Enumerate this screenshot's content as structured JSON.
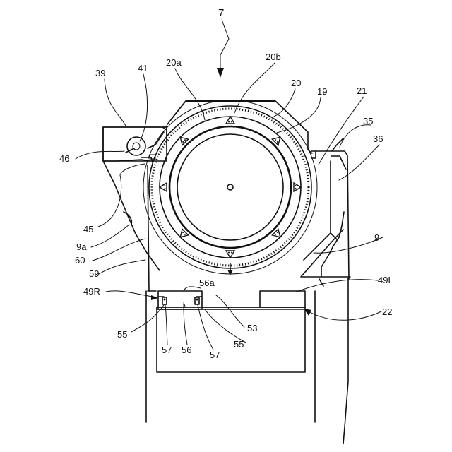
{
  "figure_ref": "7",
  "labels": {
    "l39": "39",
    "l41": "41",
    "l20a": "20a",
    "l20b": "20b",
    "l20": "20",
    "l19": "19",
    "l21": "21",
    "l35": "35",
    "l36": "36",
    "l46": "46",
    "l45": "45",
    "l9a": "9a",
    "l60": "60",
    "l59": "59",
    "l49R": "49R",
    "l56a": "56a",
    "l49L": "49L",
    "l9": "9",
    "l22": "22",
    "l53": "53",
    "l55a": "55",
    "l55b": "55",
    "l57a": "57",
    "l56": "56",
    "l57b": "57"
  }
}
